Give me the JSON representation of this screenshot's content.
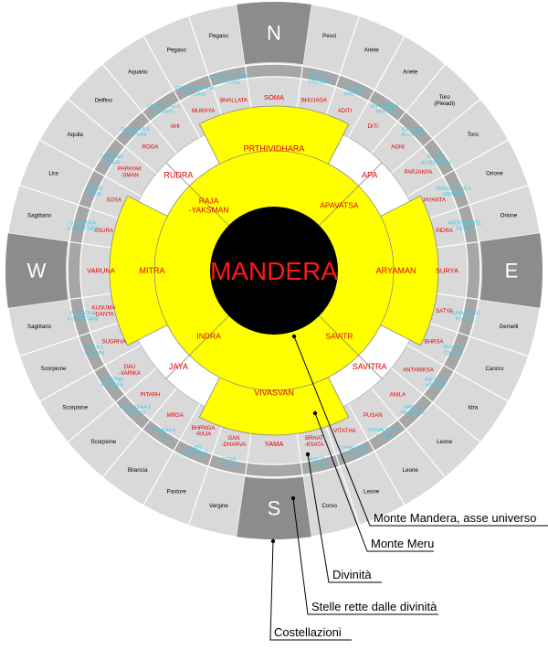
{
  "center": {
    "label": "MANDERA"
  },
  "cardinals": {
    "north": "N",
    "east": "E",
    "south": "S",
    "west": "W"
  },
  "constellations": {
    "ne": [
      "Pesci",
      "Ariete",
      "Ariete",
      "Toro (Pleiadi)",
      "Toro",
      "Orione",
      "Orione"
    ],
    "se": [
      "Gemelli",
      "Cancro",
      "Idra",
      "Leone",
      "Leone",
      "Leone",
      "Corvo"
    ],
    "sw": [
      "Vergine",
      "Pastore",
      "Bilancia",
      "Scorpione",
      "Scorpione",
      "Scorpione",
      "Sagittario"
    ],
    "nw": [
      "Sagittario",
      "Lira",
      "Aquila",
      "Delfino",
      "Aquario",
      "Pegaso",
      "Pegaso"
    ]
  },
  "stars": {
    "ne": [
      "REVATI ζ PISCIUM",
      "ASVINI β ARIETIS",
      "BHARANI 41 ARIETIS",
      "KRITTIKA ALCYONE",
      "ROHINI ALDEBARAN",
      "MRIGASIRAS λ ORIONIS",
      "ARDRA BETEL GEUSE"
    ],
    "se": [
      "PUNARVASU POLLUX",
      "PUSYA δ CANCRI",
      "ASLESA ε HYDRAE",
      "MAGHA REGULUS",
      "P.PHALGUNI δ LEONIS",
      "U.PHALGUNI DENEBOLA",
      "HASTA δ CORVI"
    ],
    "sw": [
      "CITRA SPICA",
      "SVATI ARCTURUS",
      "VISAKHA α LIBRA",
      "ANURADHA δ SCORPII",
      "JYESTHA ANTARES",
      "MULA λ SCORPII",
      "P. ASADHA δ SAGITTARII"
    ],
    "nw": [
      "U. ASADHA σ SAGITTARII",
      "ABHIJIT VEGA",
      "SRAVANA ALTAIR",
      "DHANISTA β DELPHINI",
      "SATABHISAJ λ AQUARII",
      "P.BHA DRAPADA α PEGASI",
      "U.BHA DRAPADA γ PEGASI"
    ]
  },
  "outer_deities": {
    "n": "SOMA",
    "e": "SURYA",
    "s": "YAMA",
    "w": "VARUNA",
    "ne": [
      "BHUJAGA",
      "ADITI",
      "DITI",
      "AGNI",
      "PARJANYA",
      "JAYANTA",
      "INDRA"
    ],
    "se": [
      "SATYA",
      "BHRSA",
      "ANTARIKSA",
      "ANILA",
      "PUSAN",
      "VITATHA",
      "BRHAT -KSATA"
    ],
    "sw": [
      "GAN -DHARVA",
      "BHRNGA -RAJA",
      "MRGA",
      "PITARH",
      "DAU -VARIKA",
      "SUGRIVA",
      "KUSUMA -DANTA"
    ],
    "nw": [
      "ASURA",
      "SOSA",
      "PAPAYAK -SMAN",
      "ROGA",
      "AHI",
      "MUKHYA",
      "BHALLATA"
    ]
  },
  "inner_deities": {
    "n": "PRTHIVIDHARA",
    "e": "ARYAMAN",
    "s": "VIVASVAN",
    "w": "MITRA",
    "ne_outer": "APA",
    "ne_inner": "APAVATSA",
    "se_outer": "SAVITRA",
    "se_inner": "SAVITR",
    "sw_outer": "JAYA",
    "sw_inner": "INDRA",
    "nw_outer": "RUDRA",
    "nw_inner": "RAJA -YAKSMAN"
  },
  "legend": [
    "Monte Mandera, asse universo",
    "Monte Meru",
    "Divinità",
    "Stelle rette dalle divinità",
    "Costellazioni"
  ],
  "colors": {
    "yellow": "#ffff00",
    "black": "#000000",
    "outer_ring": "#d9d9d9",
    "star_ring": "#a6a6a6",
    "deity_ring": "#ffffff",
    "cardinal": "#8c8c8c",
    "deity_text": "#e00000",
    "star_text": "#33ccee"
  }
}
